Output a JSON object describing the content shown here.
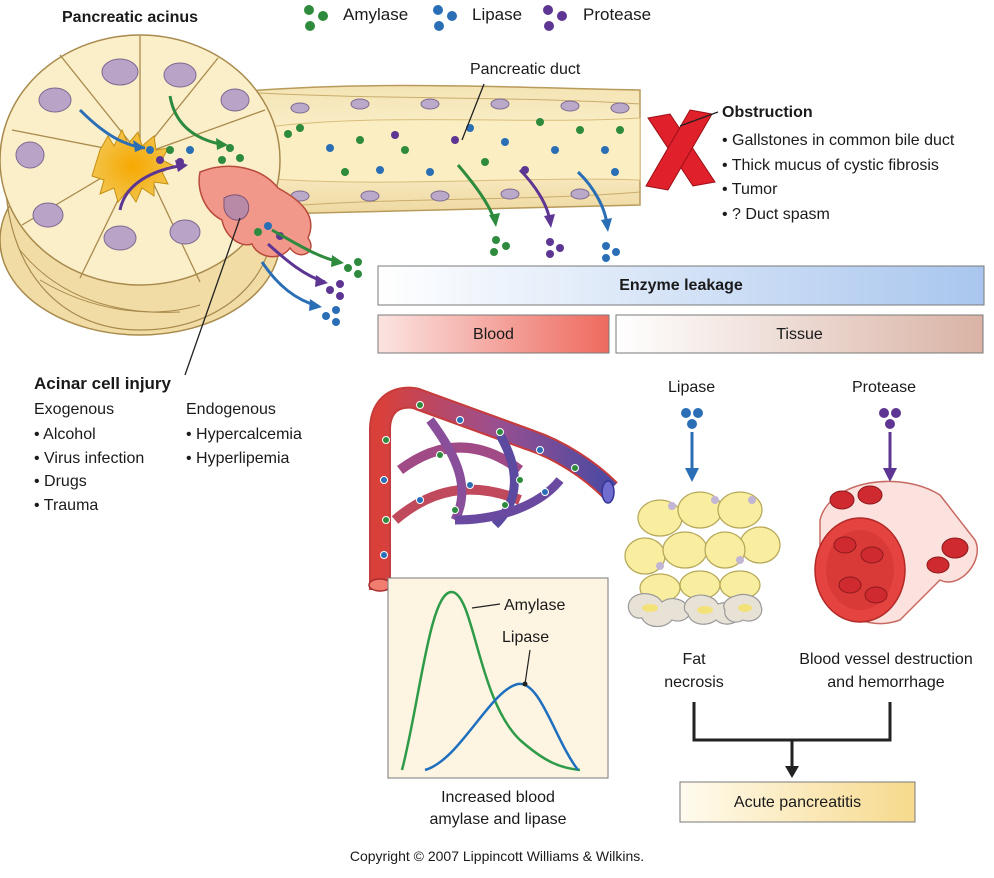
{
  "legend": {
    "amylase": "Amylase",
    "lipase": "Lipase",
    "protease": "Protease",
    "colors": {
      "amylase": "#2e8b3e",
      "lipase": "#2a6fb6",
      "protease": "#5d3592"
    }
  },
  "labels": {
    "pancreatic_acinus": "Pancreatic acinus",
    "pancreatic_duct": "Pancreatic duct",
    "obstruction_title": "Obstruction",
    "obstruction_items": [
      "• Gallstones in common bile duct",
      "• Thick mucus of cystic fibrosis",
      "• Tumor",
      "• ? Duct spasm"
    ],
    "acinar_injury_title": "Acinar cell injury",
    "exogenous_title": "Exogenous",
    "exogenous_items": [
      "• Alcohol",
      "• Virus infection",
      "• Drugs",
      "• Trauma"
    ],
    "endogenous_title": "Endogenous",
    "endogenous_items": [
      "• Hypercalcemia",
      "• Hyperlipemia"
    ],
    "enzyme_leakage": "Enzyme leakage",
    "blood": "Blood",
    "tissue": "Tissue",
    "lipase_label": "Lipase",
    "protease_label": "Protease",
    "graph_amylase": "Amylase",
    "graph_lipase": "Lipase",
    "graph_caption_line1": "Increased blood",
    "graph_caption_line2": "amylase and lipase",
    "fat_line1": "Fat",
    "fat_line2": "necrosis",
    "vessel_line1": "Blood vessel destruction",
    "vessel_line2": "and hemorrhage",
    "acute_pancreatitis": "Acute pancreatitis",
    "copyright": "Copyright © 2007 Lippincott Williams & Wilkins."
  }
}
